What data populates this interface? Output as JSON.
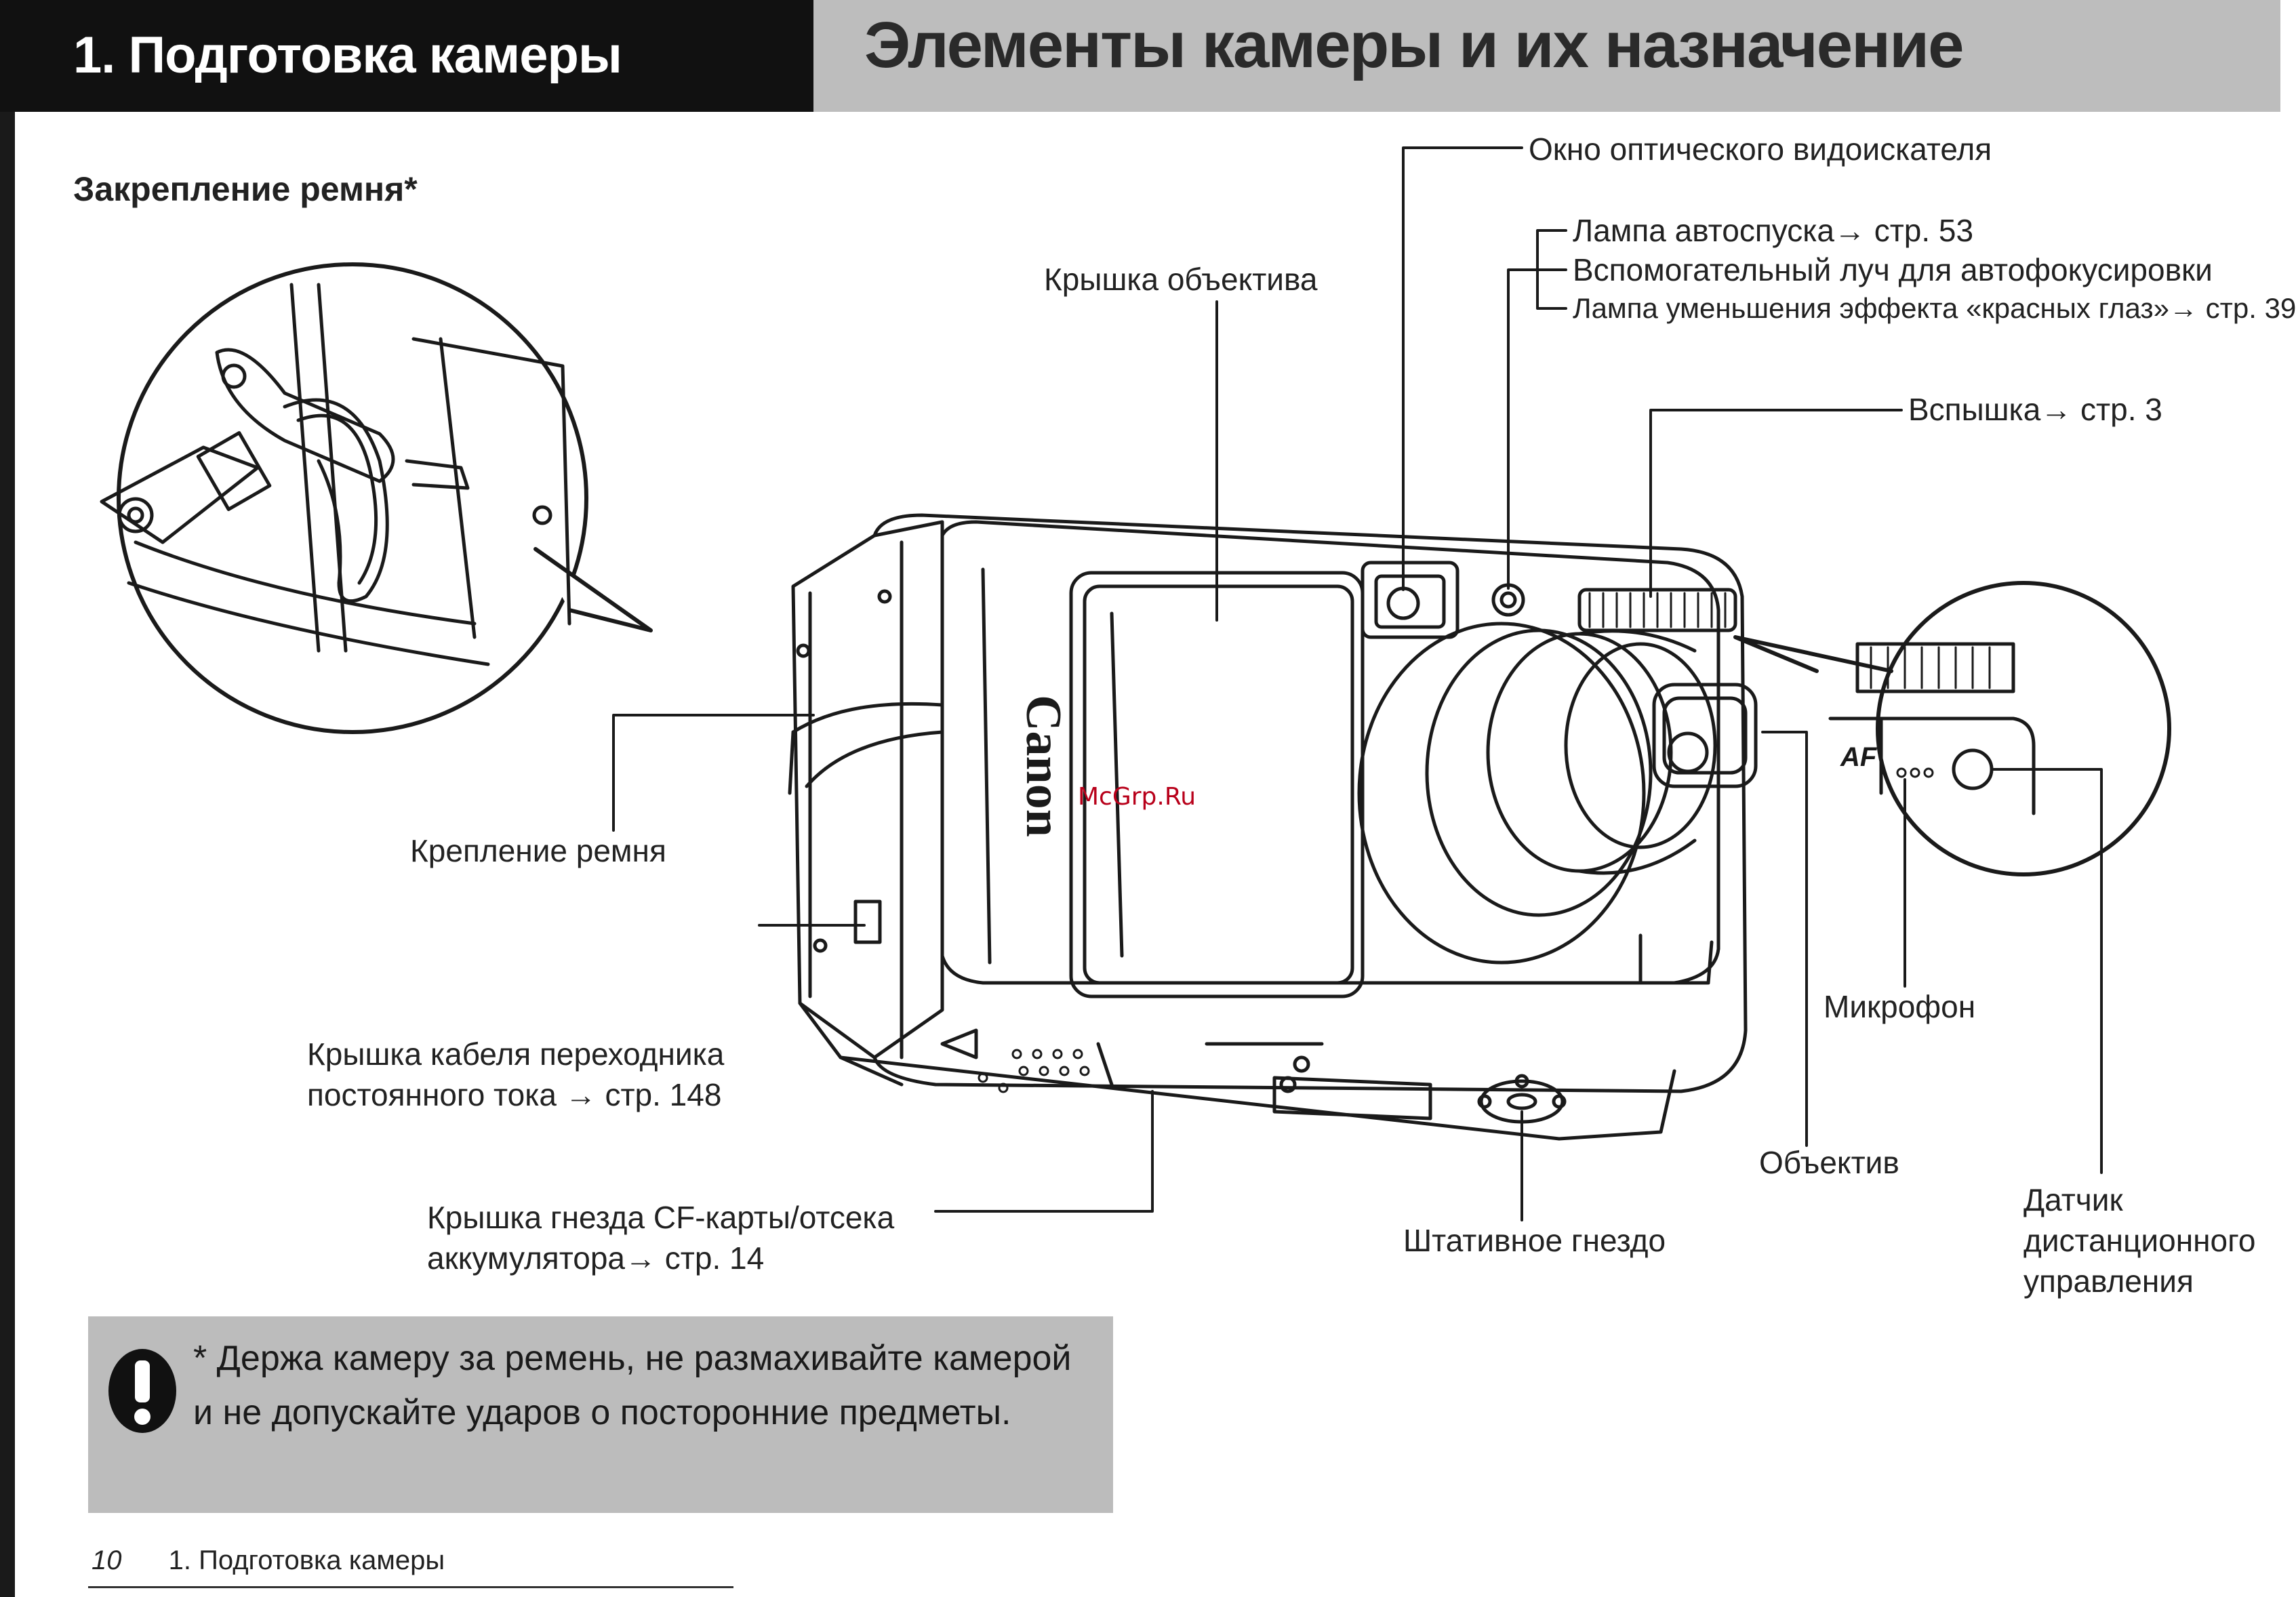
{
  "header": {
    "chapter_title": "1. Подготовка камеры",
    "page_title": "Элементы камеры и их назначение"
  },
  "section": {
    "strap_title": "Закрепление ремня*"
  },
  "labels": {
    "viewfinder_window": "Окно оптического видоискателя",
    "self_timer_lamp": "Лампа автоспуска→ стр. 53",
    "af_assist_beam": "Вспомогательный луч для автофокусировки",
    "red_eye_lamp": "Лампа уменьшения эффекта «красных глаз»→ стр. 39",
    "lens_cover": "Крышка объектива",
    "flash": "Вспышка→ стр. 3",
    "strap_mount": "Крепление ремня",
    "dc_coupler_cover_line1": "Крышка кабеля переходника",
    "dc_coupler_cover_line2": "постоянного тока → стр. 148",
    "cf_cover_line1": "Крышка гнезда CF-карты/отсека",
    "cf_cover_line2": "аккумулятора→ стр. 14",
    "microphone": "Микрофон",
    "lens": "Объектив",
    "tripod_socket": "Штативное гнездо",
    "remote_sensor_line1": "Датчик",
    "remote_sensor_line2": "дистанционного",
    "remote_sensor_line3": "управления"
  },
  "camera": {
    "brand": "Canon",
    "af_mark": "AF"
  },
  "watermark": "McGrp.Ru",
  "warning": {
    "icon": "exclamation-icon",
    "text": "* Держа камеру за ремень, не размахивайте камерой и не допускайте ударов о посторонние предметы."
  },
  "footer": {
    "page_number": "10",
    "chapter": "1.  Подготовка камеры"
  },
  "colors": {
    "header_dark": "#111111",
    "header_gray": "#bdbdbd",
    "warning_bg": "#bcbcbc",
    "watermark": "#b8001a"
  }
}
